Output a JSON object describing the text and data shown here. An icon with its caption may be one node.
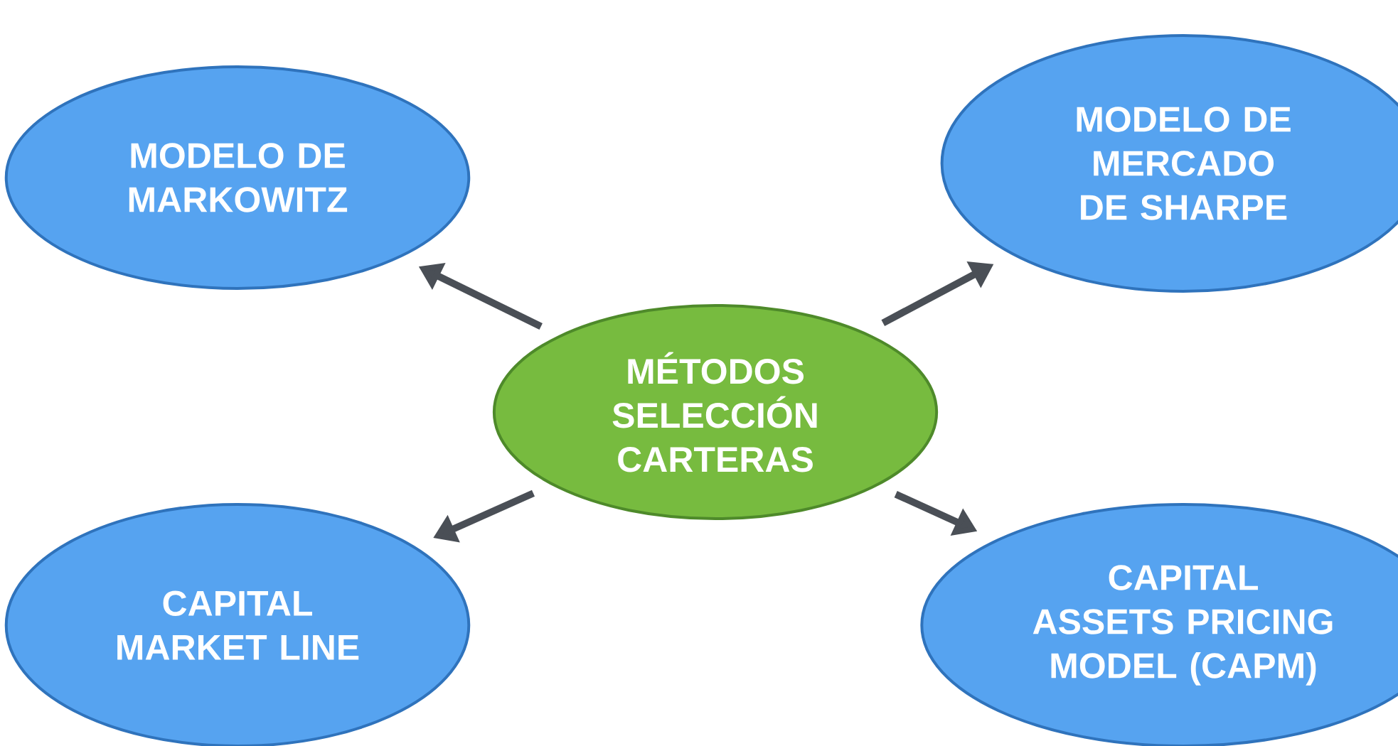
{
  "diagram": {
    "nodes": [
      {
        "text": [
          "MODELO DE MARKOWITZ"
        ]
      },
      {
        "text": [
          "MODELO DE MERCADO DE SHARPE"
        ]
      },
      {
        "text": [
          "MÉTODOS SELECCIÓN CARTERAS"
        ]
      },
      {
        "text": [
          "CAPITAL MARKET LINE"
        ]
      },
      {
        "text": [
          "CAPITAL ASSETS PRICING MODEL (CAPM)"
        ]
      }
    ],
    "edges": [
      {
        "from": 2,
        "to": 0,
        "arrow": "to"
      },
      {
        "from": 2,
        "to": 1,
        "arrow": "to"
      },
      {
        "from": 2,
        "to": 3,
        "arrow": "to"
      },
      {
        "from": 2,
        "to": 4,
        "arrow": "to"
      }
    ]
  }
}
